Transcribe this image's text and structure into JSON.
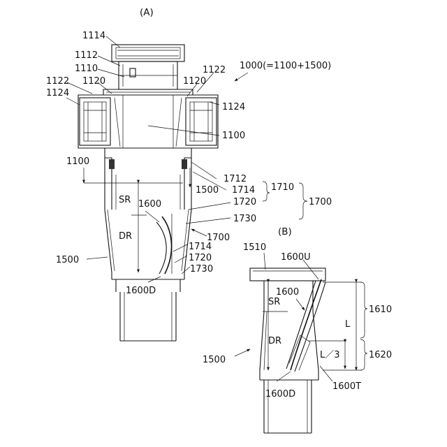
{
  "figure_a": {
    "caption": "(A)",
    "title": "1000(=1100+1500)",
    "labels": {
      "l1114": "1114",
      "l1112": "1112",
      "l1110": "1110",
      "l1122_left": "1122",
      "l1120_left": "1120",
      "l1124_left": "1124",
      "l1122_right": "1122",
      "l1120_right": "1120",
      "l1124_right": "1124",
      "l1100_inner": "1100",
      "l1100_left": "1100",
      "l1712": "1712",
      "l1500_mid": "1500",
      "l1714_top": "1714",
      "l1710": "1710",
      "l1700_group": "1700",
      "l1720_top": "1720",
      "l1730_top": "1730",
      "sr": "SR",
      "l1600": "1600",
      "dr": "DR",
      "l1700_arrow": "1700",
      "l1714_bottom": "1714",
      "l1720_bottom": "1720",
      "l1730_bottom": "1730",
      "l1500_left": "1500",
      "l1600d": "1600D"
    }
  },
  "figure_b": {
    "caption": "(B)",
    "labels": {
      "l1510": "1510",
      "l1600u": "1600U",
      "l1600": "1600",
      "sr": "SR",
      "l1610": "1610",
      "l_upper": "L",
      "dr": "DR",
      "l1500": "1500",
      "l_third": "L／3",
      "l1620": "1620",
      "l1600d": "1600D",
      "l1600t": "1600T"
    }
  }
}
